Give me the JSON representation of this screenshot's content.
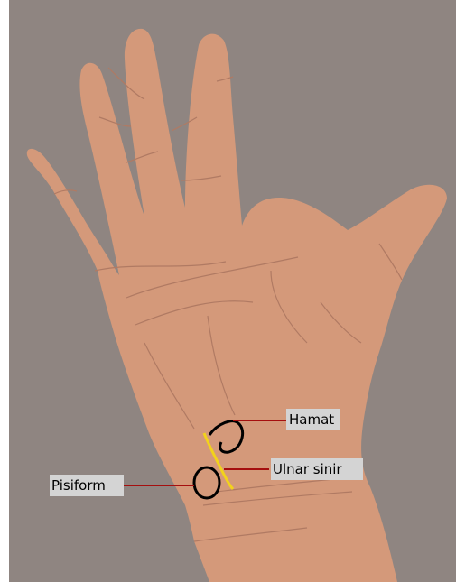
{
  "colors": {
    "background": "#8f8581",
    "skin": "#d4997a",
    "skin_line": "#b07a63",
    "bone_outline": "#000000",
    "nerve": "#f2d21c",
    "leader_line": "#a50f0f",
    "label_box": "#d4d4d4"
  },
  "labels": {
    "hamat": "Hamat",
    "ulnar_sinir": "Ulnar sinir",
    "pisiform": "Pisiform"
  }
}
